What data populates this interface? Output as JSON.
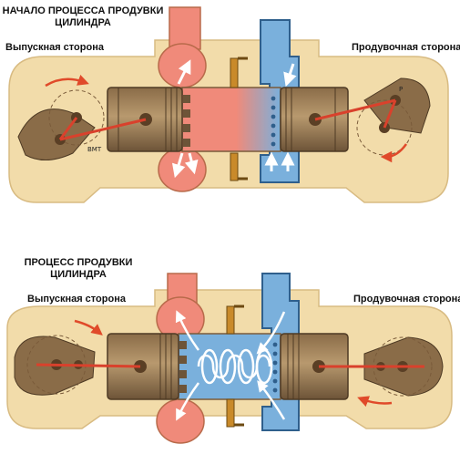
{
  "panels": [
    {
      "title_line1": "НАЧАЛО ПРОЦЕССА ПРОДУВКИ",
      "title_line2": "ЦИЛИНДРА",
      "left_label": "Выпускная сторона",
      "right_label": "Продувочная сторона",
      "crank_mark_left": "ВМТ",
      "crank_mark_right": "Р"
    },
    {
      "title_line1": "ПРОЦЕСС ПРОДУВКИ",
      "title_line2": "ЦИЛИНДРА",
      "left_label": "Выпускная сторона",
      "right_label": "Продувочная сторона"
    }
  ],
  "colors": {
    "casing": "#f2dcaa",
    "casing_edge": "#c9a86a",
    "exhaust": "#f08a7a",
    "exhaust_dark": "#d9604e",
    "scavenge": "#7ab0dc",
    "scavenge_dark": "#3f7fb8",
    "piston": "#a38560",
    "piston_dark": "#6d5438",
    "rod": "#d9412c",
    "arrow": "#e04a2a"
  }
}
